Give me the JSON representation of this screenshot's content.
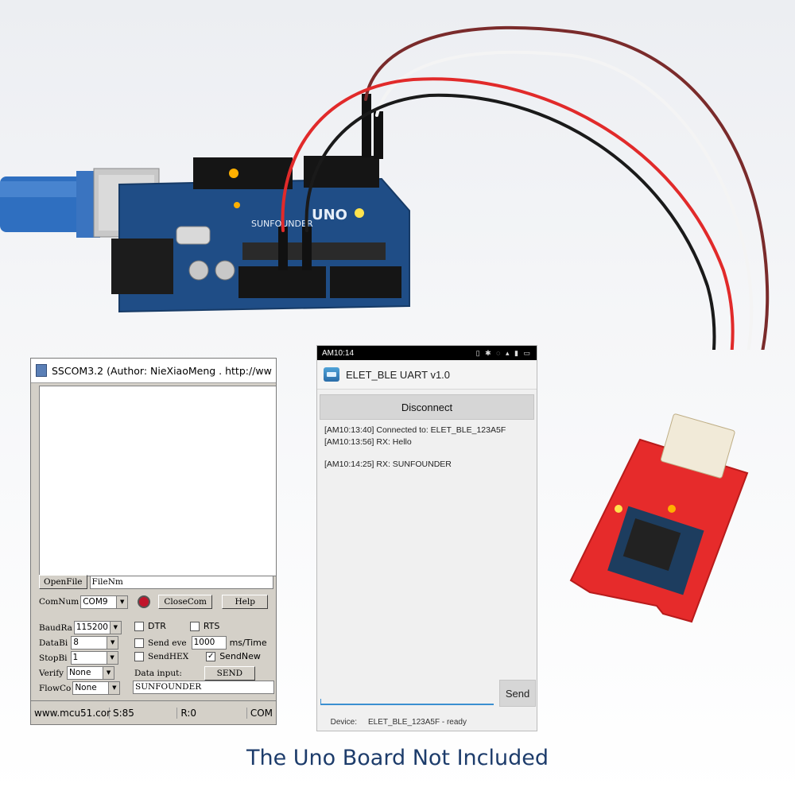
{
  "sscom": {
    "title": "SSCOM3.2 (Author: NieXiaoMeng .  http://ww",
    "open_file": "OpenFile",
    "file_name": "FileNm",
    "com_num_label": "ComNum",
    "com_num_value": "COM9",
    "close_com": "CloseCom",
    "help": "Help",
    "baud_label": "BaudRa",
    "baud_value": "115200",
    "data_bits_label": "DataBi",
    "data_bits_value": "8",
    "stop_bits_label": "StopBi",
    "stop_bits_value": "1",
    "verify_label": "Verify",
    "verify_value": "None",
    "flow_label": "FlowCo",
    "flow_value": "None",
    "dtr": "DTR",
    "rts": "RTS",
    "send_every": "Send eve",
    "interval": "1000",
    "interval_unit": "ms/Time",
    "send_hex": "SendHEX",
    "send_new": "SendNew",
    "data_input_label": "Data input:",
    "send_button": "SEND",
    "data_input_value": "SUNFOUNDER",
    "status_site": "www.mcu51.cor",
    "status_sent": "S:85",
    "status_recv": "R:0",
    "status_com": "COM"
  },
  "phone": {
    "time": "AM10:14",
    "app_title": "ELET_BLE UART v1.0",
    "disconnect": "Disconnect",
    "log": [
      "[AM10:13:40] Connected to: ELET_BLE_123A5F",
      "[AM10:13:56] RX: Hello",
      "[AM10:14:25] RX: SUNFOUNDER"
    ],
    "send": "Send",
    "device_label": "Device:",
    "device_value": "ELET_BLE_123A5F - ready"
  },
  "board": {
    "brand": "SUNFOUNDER",
    "model": "UNO"
  },
  "caption": "The Uno Board Not Included"
}
